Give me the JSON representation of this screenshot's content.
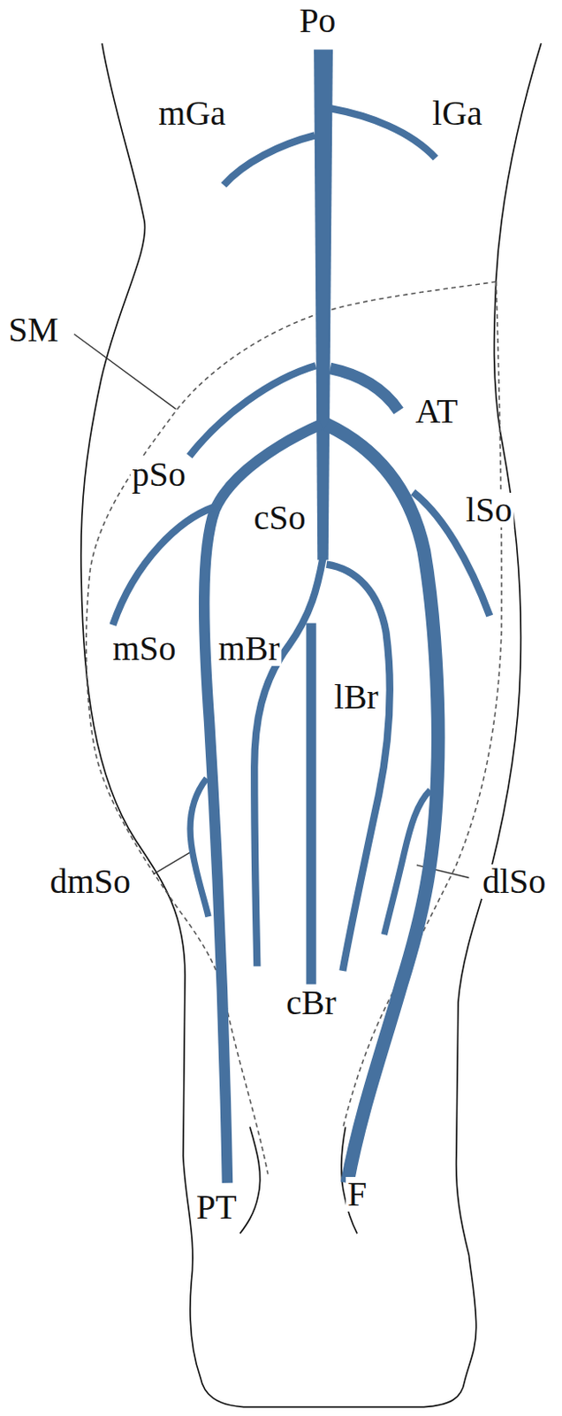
{
  "diagram": {
    "labels": [
      "Po",
      "mGa",
      "lGa",
      "SM",
      "AT",
      "pSo",
      "cSo",
      "lSo",
      "mSo",
      "mBr",
      "lBr",
      "dmSo",
      "dlSo",
      "cBr",
      "PT",
      "F"
    ]
  }
}
